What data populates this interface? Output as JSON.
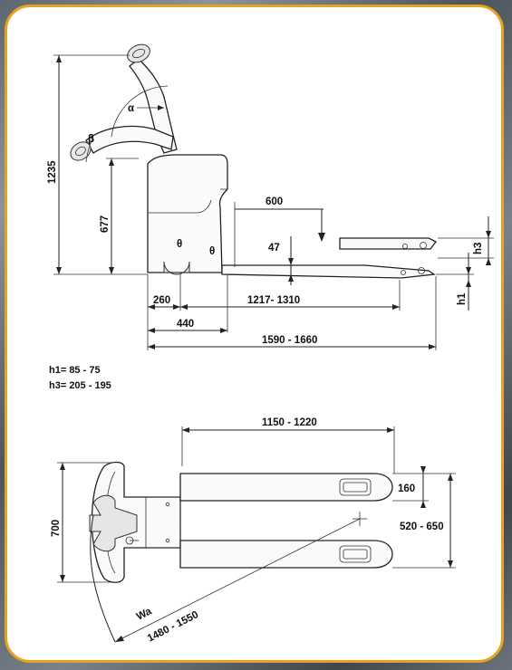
{
  "side_view": {
    "height_total": "1235",
    "height_handle": "677",
    "angle_alpha": "α",
    "angle_beta": "β",
    "load_center": "600",
    "fork_height": "47",
    "lift_h3": "h3",
    "lowered_h1": "h1",
    "dim_260": "260",
    "fork_length_range": "1217- 1310",
    "dim_440": "440",
    "overall_length": "1590 - 1660",
    "mark_left": "θ",
    "mark_right": "θ"
  },
  "notes": {
    "h1": "h1= 85 - 75",
    "h3": "h3= 205 - 195"
  },
  "top_view": {
    "fork_length": "1150 - 1220",
    "width_total": "700",
    "fork_width": "160",
    "fork_spread": "520 - 650",
    "turning_label": "Wa",
    "turning_radius": "1480 - 1550"
  },
  "colors": {
    "frame_border": "#e8a21c",
    "background": "#6b747c"
  }
}
